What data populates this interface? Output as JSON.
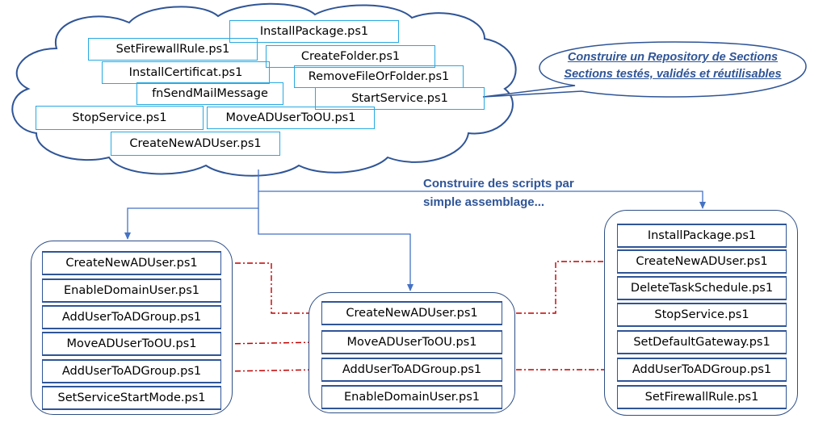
{
  "repository_cloud": {
    "items": [
      "InstallPackage.ps1",
      "SetFirewallRule.ps1",
      "CreateFolder.ps1",
      "InstallCertificat.ps1",
      "RemoveFileOrFolder.ps1",
      "fnSendMailMessage",
      "StartService.ps1",
      "StopService.ps1",
      "MoveADUserToOU.ps1",
      "CreateNewADUser.ps1"
    ]
  },
  "callout": {
    "line1": "Construire un Repository de Sections",
    "line2": "Sections testés, validés  et réutilisables"
  },
  "assembly_note": {
    "line1": "Construire des scripts par",
    "line2": "simple assemblage..."
  },
  "scripts": {
    "left": [
      "CreateNewADUser.ps1",
      "EnableDomainUser.ps1",
      "AddUserToADGroup.ps1",
      "MoveADUserToOU.ps1",
      "AddUserToADGroup.ps1",
      "SetServiceStartMode.ps1"
    ],
    "middle": [
      "CreateNewADUser.ps1",
      "MoveADUserToOU.ps1",
      "AddUserToADGroup.ps1",
      "EnableDomainUser.ps1"
    ],
    "right": [
      "InstallPackage.ps1",
      "CreateNewADUser.ps1",
      "DeleteTaskSchedule.ps1",
      "StopService.ps1",
      "SetDefaultGateway.ps1",
      "AddUserToADGroup.ps1",
      "SetFirewallRule.ps1"
    ]
  },
  "colors": {
    "cloud_stroke": "#2f5597",
    "section_box": "#27a9e1",
    "flow_line": "#4472c4",
    "link_dashdot": "#c00000",
    "text_accent": "#2f5597"
  }
}
